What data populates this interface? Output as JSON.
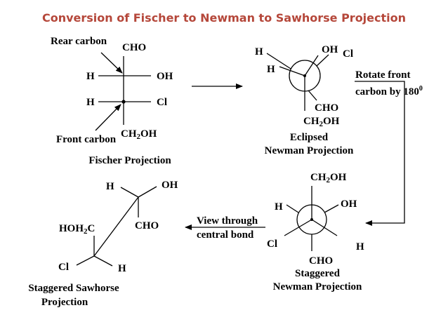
{
  "title": "Conversion of Fischer to Newman to Sawhorse Projection",
  "fischer": {
    "rear_carbon_label": "Rear carbon",
    "front_carbon_label": "Front carbon",
    "top": "CHO",
    "upper_left": "H",
    "upper_right": "OH",
    "lower_left": "H",
    "lower_right": "Cl",
    "bottom_main": "CH",
    "bottom_sub": "2",
    "bottom_tail": "OH",
    "caption": "Fischer Projection"
  },
  "eclipsed": {
    "front_left_upper": "H",
    "front_left_lower": "H",
    "oh": "OH",
    "cl": "Cl",
    "cho": "CHO",
    "ch2oh_main": "CH",
    "ch2oh_sub": "2",
    "ch2oh_tail": "OH",
    "caption_line1": "Eclipsed",
    "caption_line2": "Newman Projection"
  },
  "rotate": {
    "line1": "Rotate front",
    "line2_main": "carbon by 180",
    "line2_sup": "0"
  },
  "staggered": {
    "top_main": "CH",
    "top_sub": "2",
    "top_tail": "OH",
    "h_left": "H",
    "oh": "OH",
    "cl": "Cl",
    "h_right": "H",
    "cho": "CHO",
    "caption_line1": "Staggered",
    "caption_line2": "Newman Projection"
  },
  "view": {
    "line1": "View through",
    "line2": "central bond"
  },
  "sawhorse": {
    "h_top": "H",
    "oh_top": "OH",
    "cho": "CHO",
    "hoh2c_main": "HOH",
    "hoh2c_sub": "2",
    "hoh2c_tail": "C",
    "cl": "Cl",
    "h_bottom": "H",
    "caption_line1": "Staggered Sawhorse",
    "caption_line2": "Projection"
  }
}
